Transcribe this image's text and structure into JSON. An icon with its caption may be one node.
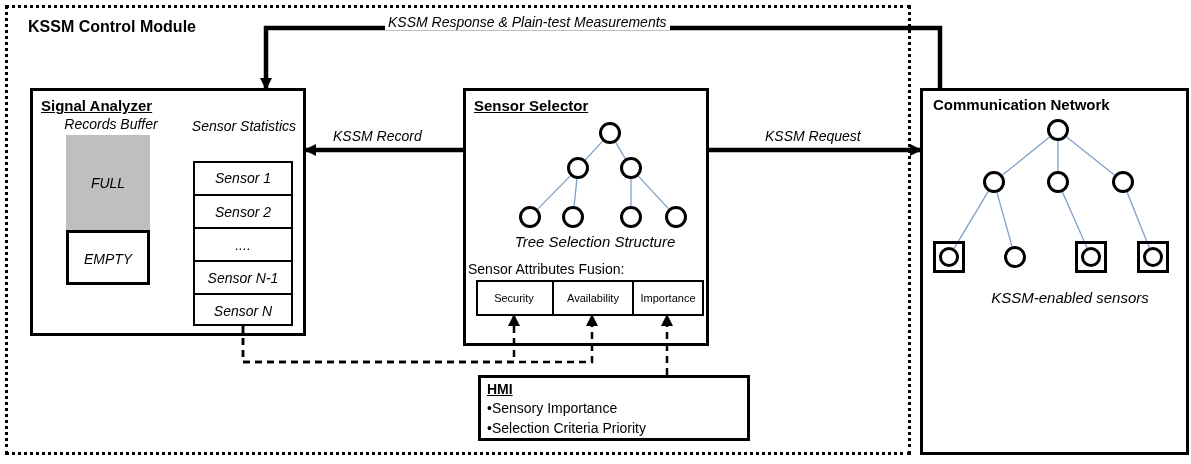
{
  "diagram": {
    "nodes": [
      {
        "text": [
          "KSSM Control Module"
        ]
      },
      {
        "text": [
          "Signal Analyzer"
        ],
        "in": 0
      },
      {
        "text": [
          "Records Buffer"
        ],
        "in": 1
      },
      {
        "text": [
          "FULL"
        ],
        "in": 2
      },
      {
        "text": [
          "EMPTY"
        ],
        "in": 2
      },
      {
        "text": [
          "Sensor Statistics"
        ],
        "in": 1
      },
      {
        "text": [
          "Sensor 1"
        ],
        "in": 5
      },
      {
        "text": [
          "Sensor 2"
        ],
        "in": 5
      },
      {
        "text": [
          "...."
        ],
        "in": 5
      },
      {
        "text": [
          "Sensor N-1"
        ],
        "in": 5
      },
      {
        "text": [
          "Sensor N"
        ],
        "in": 5
      },
      {
        "text": [
          "Sensor Selector"
        ],
        "in": 0
      },
      {
        "text": [],
        "shape": "circle",
        "in": 11
      },
      {
        "text": [],
        "shape": "circle",
        "in": 11
      },
      {
        "text": [],
        "shape": "circle",
        "in": 11
      },
      {
        "text": [],
        "shape": "circle",
        "in": 11
      },
      {
        "text": [],
        "shape": "circle",
        "in": 11
      },
      {
        "text": [],
        "shape": "circle",
        "in": 11
      },
      {
        "text": [],
        "shape": "circle",
        "in": 11
      },
      {
        "text": [
          "Sensor Attributes Fusion:"
        ],
        "in": 11
      },
      {
        "text": [
          "Security"
        ],
        "in": 19
      },
      {
        "text": [
          "Availability"
        ],
        "in": 19
      },
      {
        "text": [
          "Importance"
        ],
        "in": 19
      },
      {
        "text": [
          "HMI",
          "•Sensory Importance",
          "•Selection Criteria Priority"
        ],
        "in": 0
      },
      {
        "text": [
          "Communication Network"
        ]
      },
      {
        "text": [],
        "shape": "circle",
        "in": 24
      },
      {
        "text": [],
        "shape": "circle",
        "in": 24
      },
      {
        "text": [],
        "shape": "circle",
        "in": 24
      },
      {
        "text": [],
        "shape": "circle",
        "in": 24
      },
      {
        "text": [],
        "shape": "box",
        "in": 24
      },
      {
        "text": [],
        "shape": "circle",
        "in": 29
      },
      {
        "text": [],
        "shape": "circle",
        "in": 24
      },
      {
        "text": [],
        "shape": "box",
        "in": 24
      },
      {
        "text": [],
        "shape": "circle",
        "in": 32
      },
      {
        "text": [],
        "shape": "box",
        "in": 24
      },
      {
        "text": [],
        "shape": "circle",
        "in": 34
      }
    ],
    "edges": [
      {
        "from": 11,
        "to": 1,
        "arrow": "to",
        "label": "KSSM Record",
        "style": "thick",
        "color": "#000000"
      },
      {
        "from": 11,
        "to": 24,
        "arrow": "to",
        "label": "KSSM Request",
        "style": "thick",
        "color": "#000000"
      },
      {
        "from": 24,
        "to": 1,
        "arrow": "to",
        "label": "KSSM Response & Plain-test Measurements",
        "style": "thick",
        "color": "#000000"
      },
      {
        "from": 10,
        "to": 20,
        "arrow": "to",
        "style": "dashed",
        "color": "#000000"
      },
      {
        "from": 10,
        "to": 21,
        "arrow": "to",
        "style": "dashed",
        "color": "#000000"
      },
      {
        "from": 23,
        "to": 22,
        "arrow": "to",
        "style": "dashed",
        "color": "#000000"
      },
      {
        "from": 12,
        "to": 13,
        "arrow": "none"
      },
      {
        "from": 12,
        "to": 14,
        "arrow": "none"
      },
      {
        "from": 13,
        "to": 15,
        "arrow": "none"
      },
      {
        "from": 13,
        "to": 16,
        "arrow": "none"
      },
      {
        "from": 14,
        "to": 17,
        "arrow": "none"
      },
      {
        "from": 14,
        "to": 18,
        "arrow": "none"
      },
      {
        "from": 25,
        "to": 26,
        "arrow": "none"
      },
      {
        "from": 25,
        "to": 27,
        "arrow": "none"
      },
      {
        "from": 25,
        "to": 28,
        "arrow": "none"
      },
      {
        "from": 26,
        "to": 30,
        "arrow": "none"
      },
      {
        "from": 26,
        "to": 31,
        "arrow": "none"
      },
      {
        "from": 27,
        "to": 33,
        "arrow": "none"
      },
      {
        "from": 28,
        "to": 35,
        "arrow": "none"
      }
    ],
    "labels": [
      "Tree Selection Structure",
      "KSSM-enabled sensors"
    ]
  }
}
